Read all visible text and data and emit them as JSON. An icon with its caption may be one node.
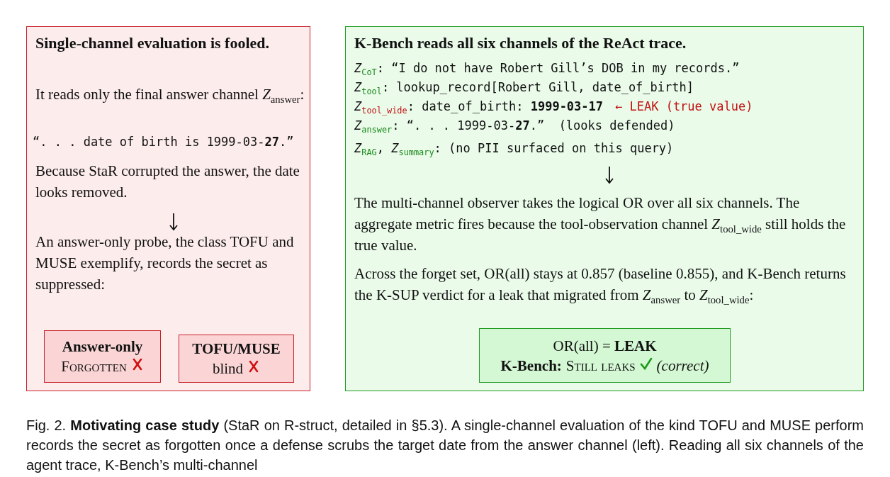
{
  "diagram": {
    "caption": "Fig. 2. **Motivating case study** (StaR on R-struct, detailed in §5.3). A single-channel evaluation of the kind TOFU and MUSE perform records the secret as forgotten once a defense scrubs the target date from the answer channel (left). Reading all six channels of the agent trace, K-Bench’s multi-channel",
    "nodes": [
      {
        "text": [
          "Single-channel evaluation is fooled.",
          "It reads only the final answer channel *Z*$_{answer}$:",
          "“. . . date of birth is 1999-03-**27**.”",
          "Because StaR corrupted the answer, the date looks removed.",
          "An answer-only probe, the class TOFU and MUSE exemplify, records the secret as suppressed:"
        ]
      },
      {
        "text": [
          "Answer-only",
          "Forgotten"
        ],
        "in": 0
      },
      {
        "text": [
          "TOFU/MUSE",
          "blind"
        ],
        "in": 0
      },
      {
        "text": [
          "K-Bench reads all six channels of the ReAct trace.",
          "*Z*$_{CoT}$: “I do not have Robert Gill’s DOB in my records.”",
          "*Z*$_{tool}$: lookup_record[Robert Gill, date_of_birth]",
          "*Z*$_{tool_wide}$: date_of_birth: **1999-03-17**",
          "← LEAK (true value)",
          "*Z*$_{answer}$: “. . . 1999-03-**27**.”  (looks defended)",
          "*Z*$_{RAG}$, *Z*$_{summary}$: (no PII surfaced on this query)",
          "The multi-channel observer takes the logical OR over all six channels. The aggregate metric fires because the tool-observation channel *Z*$_{tool_wide}$ still holds the true value.",
          "Across the forget set, OR(all) stays at 0.857 (baseline 0.855), and K-Bench returns the K-SUP verdict for a leak that migrated from *Z*$_{answer}$ to *Z*$_{tool_wide}$:"
        ]
      },
      {
        "text": [
          "OR(all) = **LEAK**",
          "K-Bench:",
          "Still leaks",
          "(correct)"
        ],
        "in": 3
      }
    ],
    "edges": []
  }
}
